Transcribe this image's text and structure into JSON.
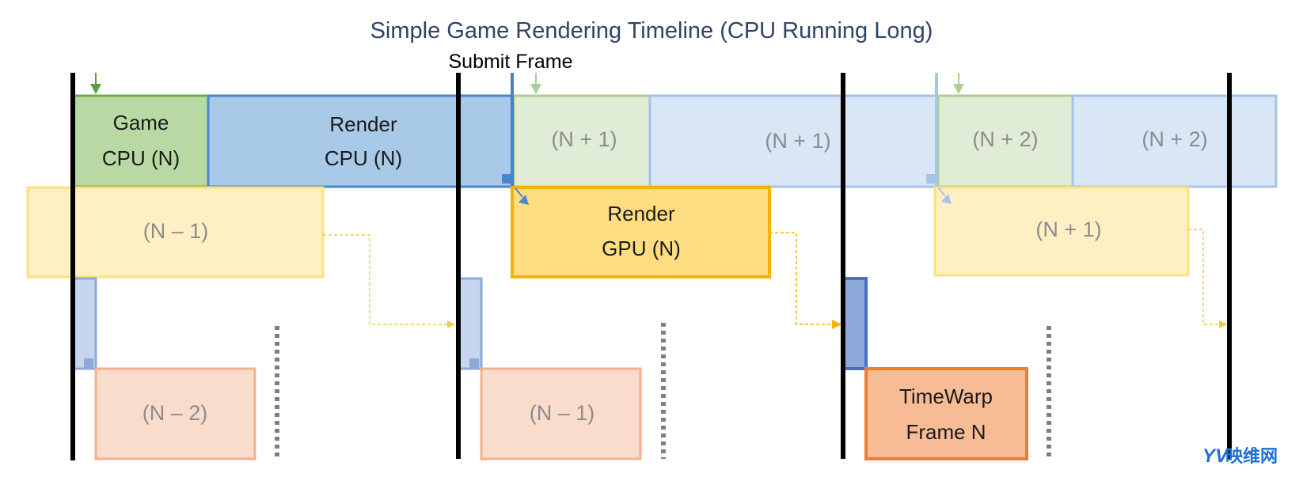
{
  "title": "Simple Game Rendering Timeline (CPU Running Long)",
  "submit_frame": "Submit Frame",
  "game_cpu": {
    "line1": "Game",
    "line2": "CPU (N)"
  },
  "render_cpu": {
    "line1": "Render",
    "line2": "CPU (N)"
  },
  "game_cpu_n1": "(N + 1)",
  "render_cpu_n1": "(N + 1)",
  "game_cpu_n2": "(N + 2)",
  "render_cpu_n2": "(N + 2)",
  "gpu_prev": "(N – 1)",
  "render_gpu": {
    "line1": "Render",
    "line2": "GPU (N)"
  },
  "gpu_next": "(N + 1)",
  "timewarp_1": "(N – 2)",
  "timewarp_2": "(N – 1)",
  "timewarp_3": {
    "line1": "TimeWarp",
    "line2": "Frame N"
  },
  "watermark": {
    "logo": "YV",
    "text": "映维网"
  },
  "colors": {
    "game_cpu": "#b8d9a4",
    "render_cpu": "#a9c9e8",
    "gpu": "#ffdd80",
    "timewarp": "#f7bb96",
    "vsync": "#000000",
    "guide": "#7f7f7f"
  }
}
